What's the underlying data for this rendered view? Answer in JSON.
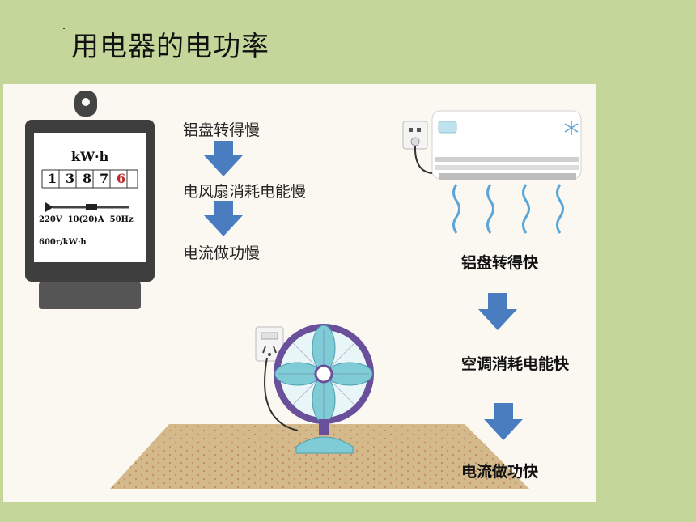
{
  "slide": {
    "title": "用电器的电功率"
  },
  "meter": {
    "unit": "kW·h",
    "digits": [
      "1",
      "3",
      "8",
      "7",
      "6"
    ],
    "spec": "220V  10(20)A  50Hz",
    "rate": "600r/kW·h",
    "colors": {
      "body": "#3e3e3e",
      "face": "#ffffff",
      "last_digit": "#c0282d"
    }
  },
  "fan_flow": {
    "steps": [
      "铝盘转得慢",
      "电风扇消耗电能慢",
      "电流做功慢"
    ]
  },
  "ac_flow": {
    "steps": [
      "铝盘转得快",
      "空调消耗电能快",
      "电流做功快"
    ]
  },
  "icons": [
    "electric-meter-icon",
    "air-conditioner-icon",
    "wall-socket-icon",
    "electric-fan-icon",
    "snowflake-icon",
    "down-arrow-icon"
  ],
  "colors": {
    "background": "#c5d69b",
    "scene": "#fbf8f1",
    "arrow": "#4a7dc0",
    "carpet": "#d4b98a",
    "fan_ring": "#6a4f9b",
    "fan_blade": "#7fcbd6",
    "ac_wind": "#5aa6d8"
  }
}
